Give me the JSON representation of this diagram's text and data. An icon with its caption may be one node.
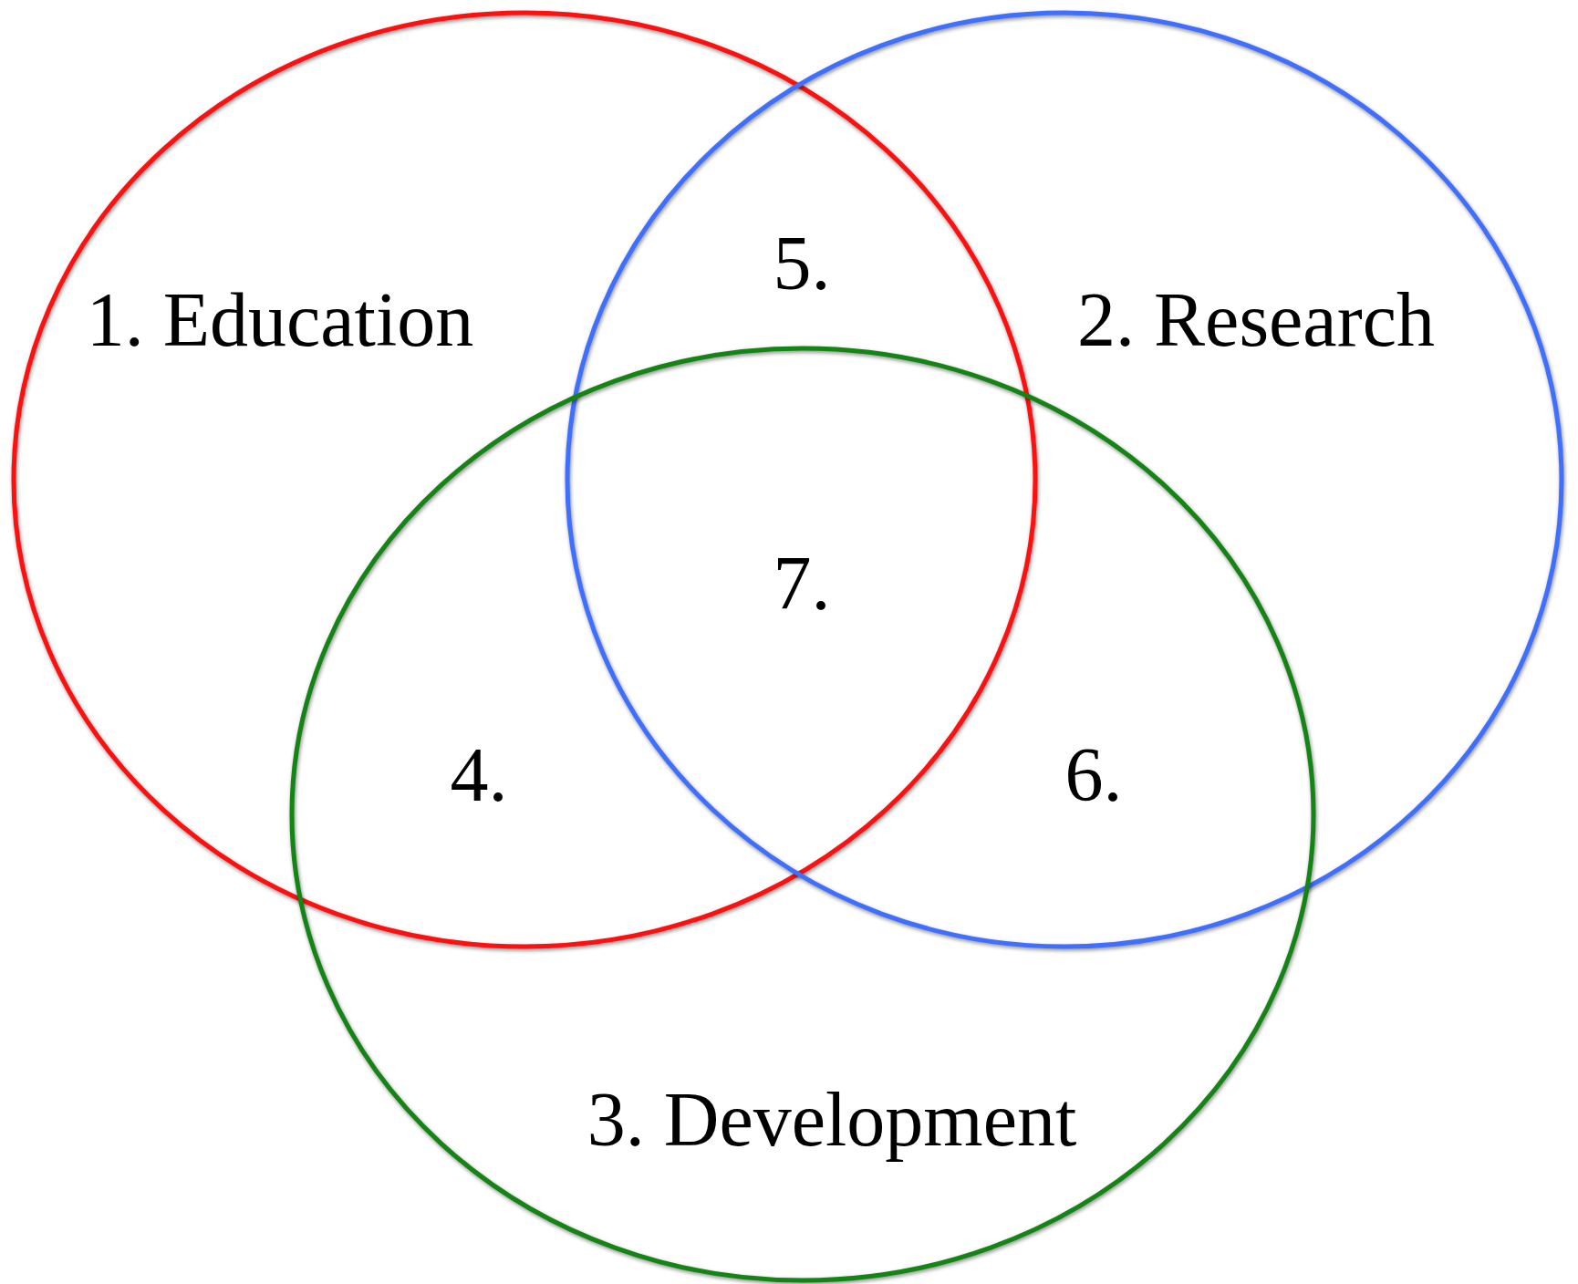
{
  "diagram": {
    "nodes": [
      {
        "text": [
          "1. Education"
        ]
      },
      {
        "text": [
          "2. Research"
        ]
      },
      {
        "text": [
          "3. Development"
        ]
      }
    ],
    "labels": [
      "5.",
      "7.",
      "4.",
      "6."
    ]
  }
}
